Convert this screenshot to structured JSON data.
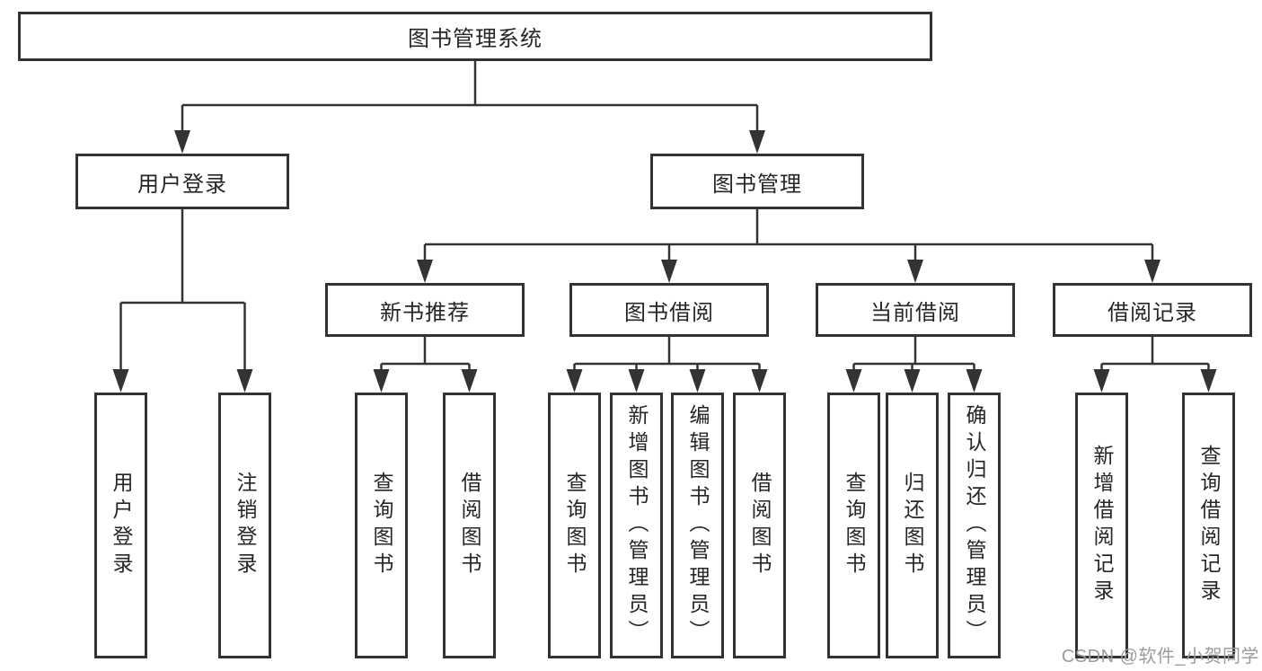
{
  "diagram": {
    "root": {
      "label": "图书管理系统"
    },
    "level2": [
      {
        "id": "user-login",
        "label": "用户登录"
      },
      {
        "id": "book-management",
        "label": "图书管理"
      }
    ],
    "level3": [
      {
        "id": "new-book-recommend",
        "label": "新书推荐",
        "parent": "图书管理"
      },
      {
        "id": "book-borrow",
        "label": "图书借阅",
        "parent": "图书管理"
      },
      {
        "id": "current-borrow",
        "label": "当前借阅",
        "parent": "图书管理"
      },
      {
        "id": "borrow-record",
        "label": "借阅记录",
        "parent": "图书管理"
      }
    ],
    "leaves": [
      {
        "label": "用户登录",
        "parent": "用户登录"
      },
      {
        "label": "注销登录",
        "parent": "用户登录"
      },
      {
        "label": "查询图书",
        "parent": "新书推荐"
      },
      {
        "label": "借阅图书",
        "parent": "新书推荐"
      },
      {
        "label": "查询图书",
        "parent": "图书借阅"
      },
      {
        "label": "新增图书（管理员）",
        "parent": "图书借阅"
      },
      {
        "label": "编辑图书（管理员）",
        "parent": "图书借阅"
      },
      {
        "label": "借阅图书",
        "parent": "图书借阅"
      },
      {
        "label": "查询图书",
        "parent": "当前借阅"
      },
      {
        "label": "归还图书",
        "parent": "当前借阅"
      },
      {
        "label": "确认归还（管理员）",
        "parent": "当前借阅"
      },
      {
        "label": "新增借阅记录",
        "parent": "借阅记录"
      },
      {
        "label": "查询借阅记录",
        "parent": "借阅记录"
      }
    ],
    "watermark": "CSDN @软件_小贺同学",
    "colors": {
      "line": "#333333",
      "text": "#262626",
      "background": "#ffffff",
      "watermark": "#9c9c9c"
    }
  }
}
